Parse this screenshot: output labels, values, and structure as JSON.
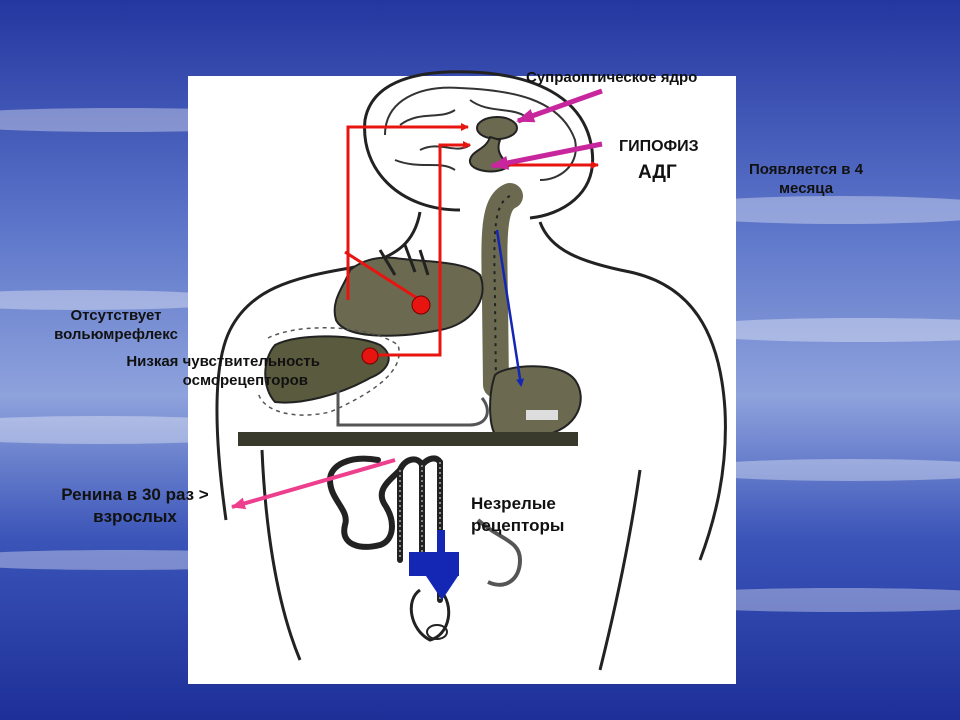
{
  "labels": {
    "supraoptic_nucleus": "Супраоптическое ядро",
    "pituitary": "ГИПОФИЗ",
    "adh": "АДГ",
    "appears_line1": "Появляется в 4",
    "appears_line2": "месяца",
    "no_volume_reflex_line1": "Отсутствует",
    "no_volume_reflex_line2": "вольюмрефлекс",
    "low_sensitivity_line1": "Низкая чувствительность",
    "low_sensitivity_line2": "осморецепторов",
    "renin_line1": "Ренина в 30 раз >",
    "renin_line2": "взрослых",
    "immature_line1": "Незрелые",
    "immature_line2": "рецепторы"
  },
  "colors": {
    "background": "#2a3fa8",
    "panel": "#ffffff",
    "pathway": "#e8140f",
    "pointer": "#c8269c",
    "renin_arrow": "#ee3f8e",
    "flow_arrow": "#1426b4",
    "organ": "#6b6a50"
  }
}
